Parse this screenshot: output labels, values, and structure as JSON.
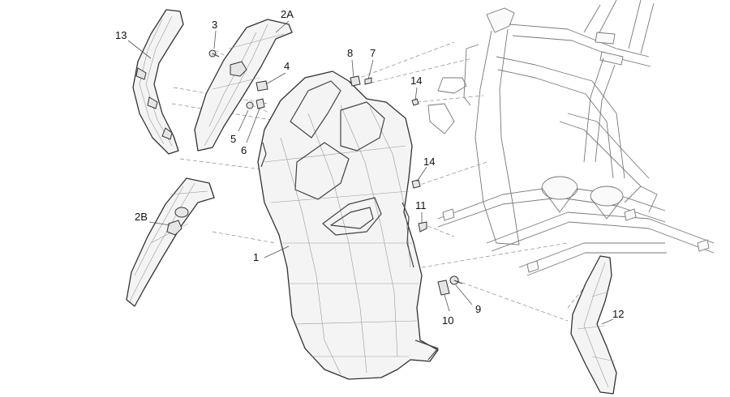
{
  "callouts": {
    "c1": "1",
    "c2A": "2A",
    "c2B": "2B",
    "c3": "3",
    "c4": "4",
    "c5": "5",
    "c6": "6",
    "c7": "7",
    "c8": "8",
    "c9": "9",
    "c10": "10",
    "c11": "11",
    "c12": "12",
    "c13": "13",
    "c14a": "14",
    "c14b": "14"
  }
}
